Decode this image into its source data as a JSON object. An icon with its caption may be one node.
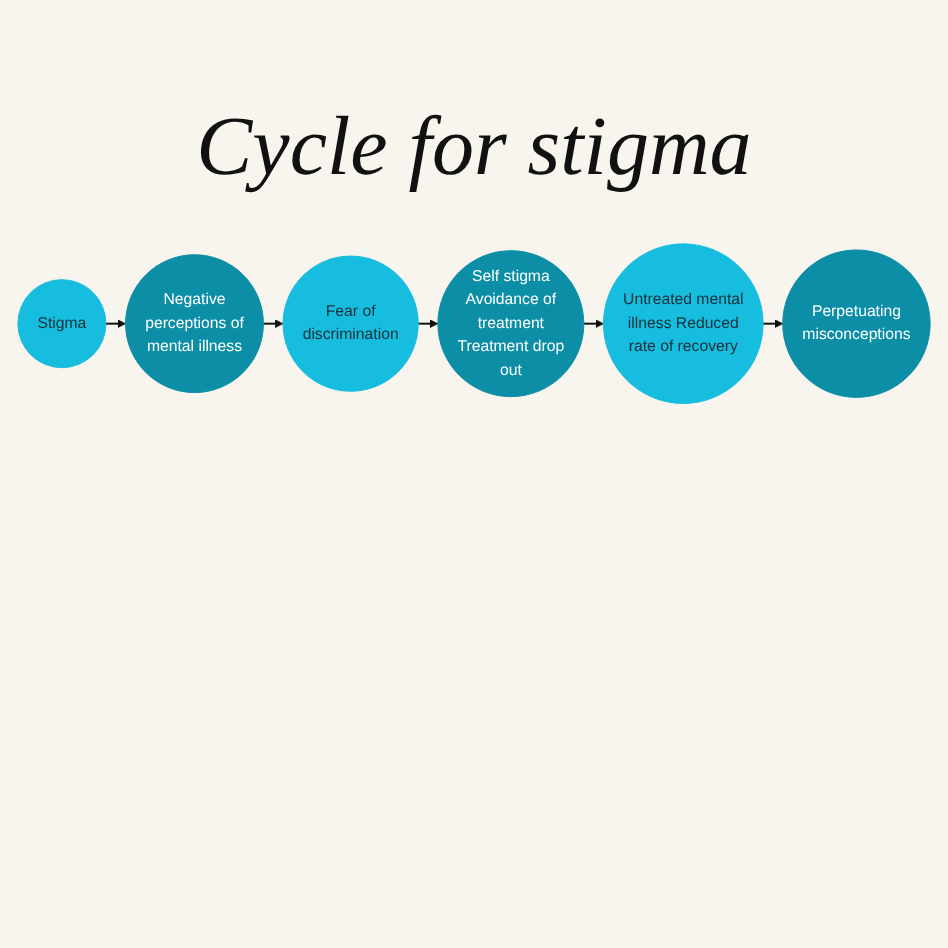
{
  "diagram": {
    "title": "Cycle for stigma",
    "nodes": [
      {
        "text": [
          "Stigma"
        ]
      },
      {
        "text": [
          "Negative perceptions of mental illness"
        ]
      },
      {
        "text": [
          "Fear of discrimination"
        ]
      },
      {
        "text": [
          "Self stigma Avoidance of treatment Treatment drop out"
        ]
      },
      {
        "text": [
          "Untreated mental illness Reduced rate of recovery"
        ]
      },
      {
        "text": [
          "Perpetuating misconceptions"
        ]
      }
    ],
    "edges": [
      {
        "from": 0,
        "to": 1,
        "arrow": "to"
      },
      {
        "from": 1,
        "to": 2,
        "arrow": "to"
      },
      {
        "from": 2,
        "to": 3,
        "arrow": "to"
      },
      {
        "from": 3,
        "to": 4,
        "arrow": "to"
      },
      {
        "from": 4,
        "to": 5,
        "arrow": "to"
      }
    ]
  }
}
